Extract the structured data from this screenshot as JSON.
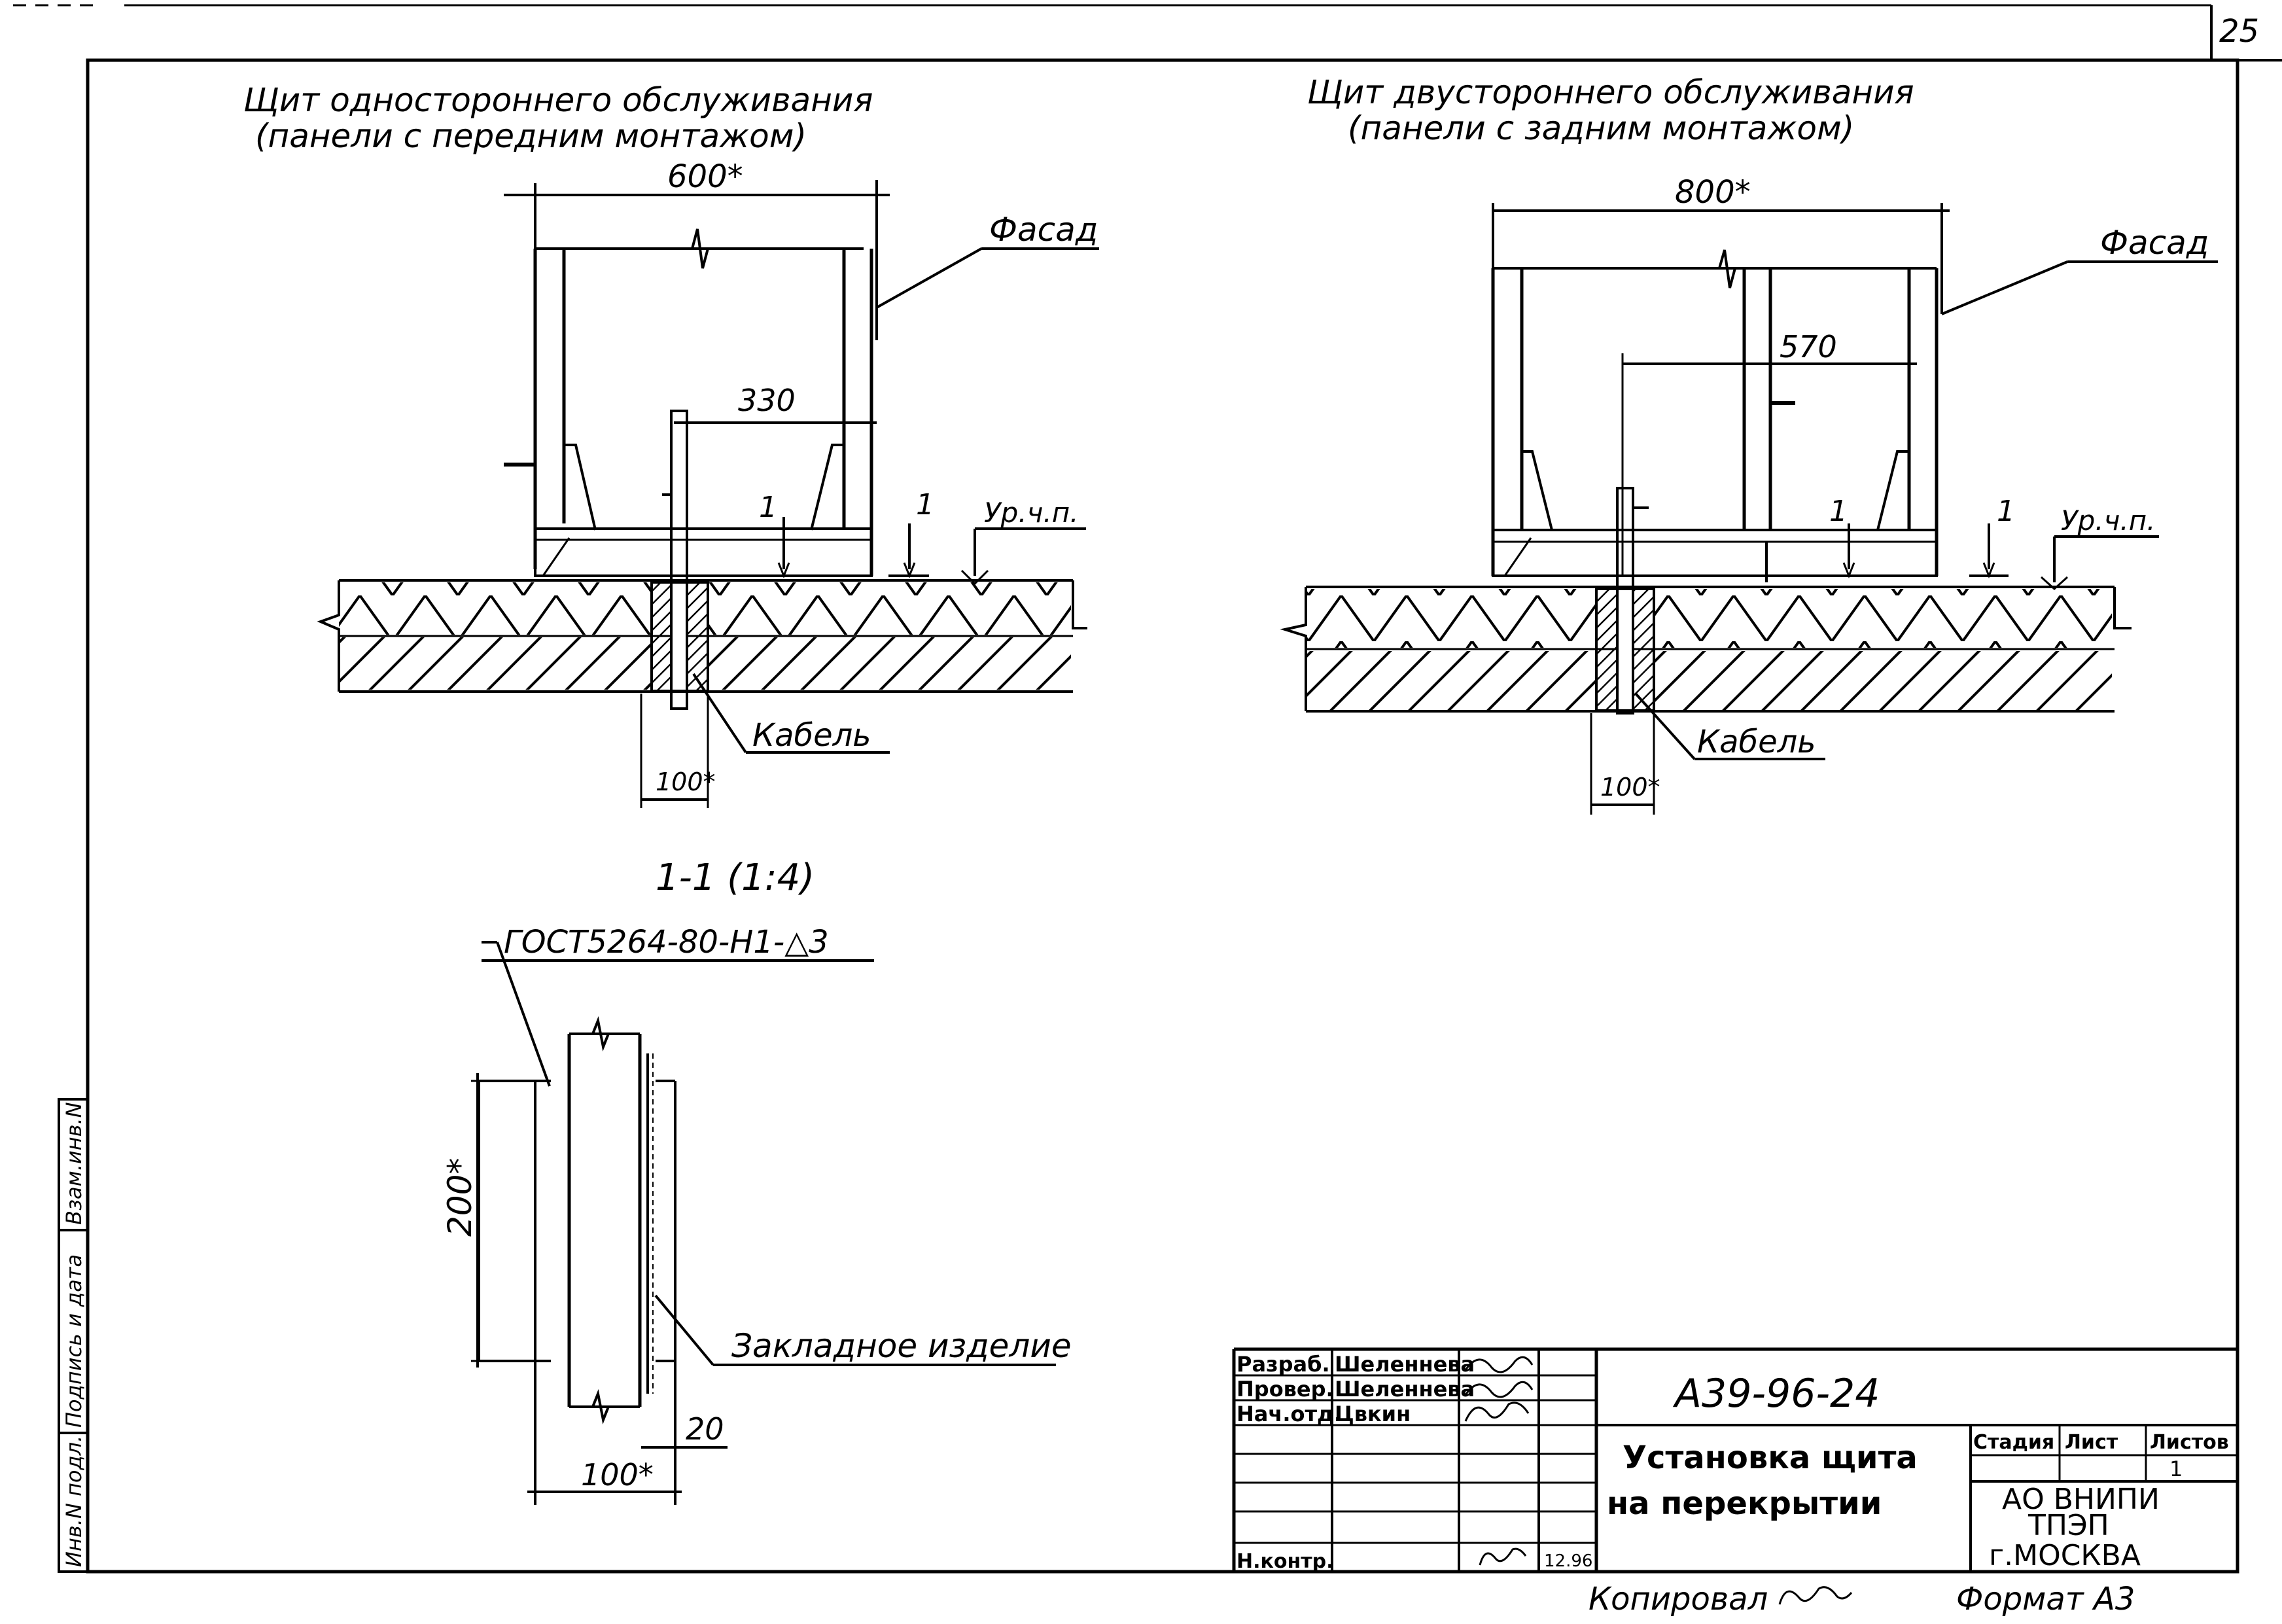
{
  "sheet": {
    "number": "25"
  },
  "left_view": {
    "title_line1": "Щит одностороннего обслуживания",
    "title_line2": "(панели с передним монтажом)",
    "dim_width": "600*",
    "dim_offset": "330",
    "dim_opening": "100*",
    "label_facade": "Фасад",
    "label_cable": "Кабель",
    "label_level": "Ур.ч.п.",
    "section_mark_a": "1",
    "section_mark_b": "1"
  },
  "right_view": {
    "title_line1": "Щит двустороннего обслуживания",
    "title_line2": "(панели с задним монтажом)",
    "dim_width": "800*",
    "dim_offset": "570",
    "dim_opening": "100*",
    "label_facade": "Фасад",
    "label_cable": "Кабель",
    "label_level": "Ур.ч.п.",
    "section_mark_a": "1",
    "section_mark_b": "1"
  },
  "section": {
    "title": "1-1 (1:4)",
    "weld_note": "ГОСТ5264-80-Н1-△3",
    "dim_height": "200*",
    "dim_width": "100*",
    "dim_gap": "20",
    "label_embedded": "Закладное изделие"
  },
  "side_stamp": {
    "col1": "Инв.N подл.",
    "col2": "Подпись и дата",
    "col3": "Взам.инв.N"
  },
  "title_block": {
    "rows": [
      {
        "role": "Разраб.",
        "name": "Шеленнева"
      },
      {
        "role": "Провер.",
        "name": "Шеленнева"
      },
      {
        "role": "Нач.отд.",
        "name": "Цвкин"
      },
      {
        "role": "",
        "name": ""
      },
      {
        "role": "",
        "name": ""
      },
      {
        "role": "",
        "name": ""
      },
      {
        "role": "Н.контр.",
        "name": "",
        "date": "12.96"
      }
    ],
    "doc_code": "А39-96-24",
    "doc_title_line1": "Установка щита",
    "doc_title_line2": "на перекрытии",
    "hdr_stage": "Стадия",
    "hdr_sheet": "Лист",
    "hdr_sheets": "Листов",
    "val_sheets": "1",
    "org_line1": "АО ВНИПИ",
    "org_line2": "ТПЭП",
    "org_line3": "г.МОСКВА"
  },
  "footer": {
    "copied": "Копировал",
    "format": "Формат А3"
  }
}
